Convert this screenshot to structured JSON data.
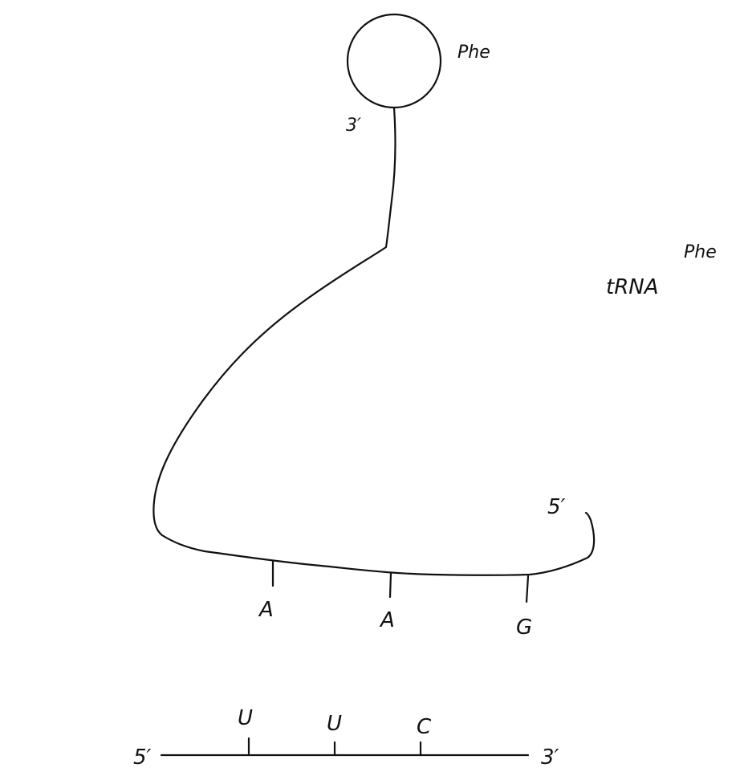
{
  "amino_acid": {
    "label": "Phe"
  },
  "trna": {
    "name": "tRNA",
    "superscript": "Phe",
    "three_prime_label": "3′",
    "five_prime_label": "5′",
    "anticodon": [
      "A",
      "A",
      "G"
    ]
  },
  "mrna": {
    "five_prime_label": "5′",
    "three_prime_label": "3′",
    "codon": [
      "U",
      "U",
      "C"
    ]
  }
}
